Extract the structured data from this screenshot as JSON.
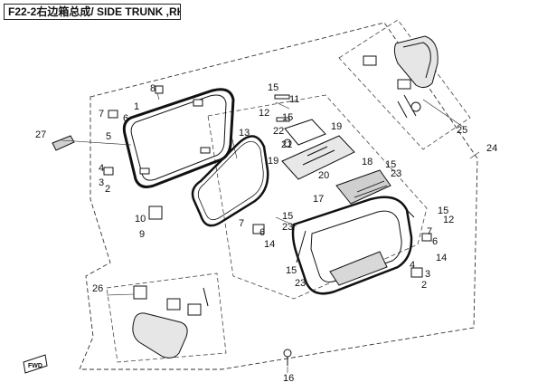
{
  "title": "F22-2右边箱总成/  SIDE TRUNK ,RH",
  "fwd_label": "FWD",
  "callouts": [
    "1",
    "2",
    "3",
    "4",
    "5",
    "6",
    "7",
    "8",
    "9",
    "10",
    "11",
    "12",
    "13",
    "14",
    "15",
    "16",
    "17",
    "18",
    "19",
    "20",
    "21",
    "22",
    "23",
    "24",
    "25",
    "26",
    "27"
  ]
}
